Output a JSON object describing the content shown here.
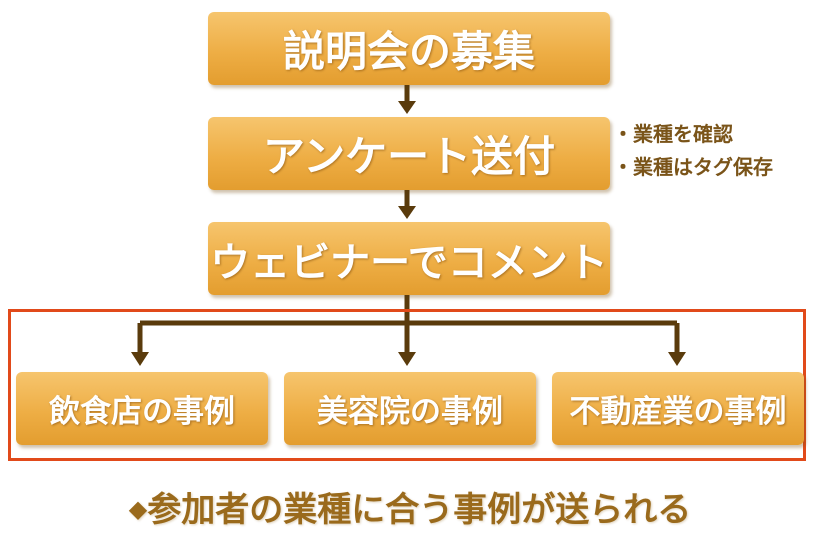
{
  "flow": {
    "step1": "説明会の募集",
    "step2": "アンケート送付",
    "step3": "ウェビナーでコメント"
  },
  "notes": [
    "・業種を確認",
    "・業種はタグ保存"
  ],
  "cases": [
    "飲食店の事例",
    "美容院の事例",
    "不動産業の事例"
  ],
  "conclusion": {
    "marker": "◆",
    "text": "参加者の業種に合う事例が送られる"
  },
  "colors": {
    "box_fill": "#eeae45",
    "arrow": "#5a3b0c",
    "frame": "#e14a1a",
    "note_text": "#7a5419",
    "conclusion_text": "#9a6a1c"
  }
}
